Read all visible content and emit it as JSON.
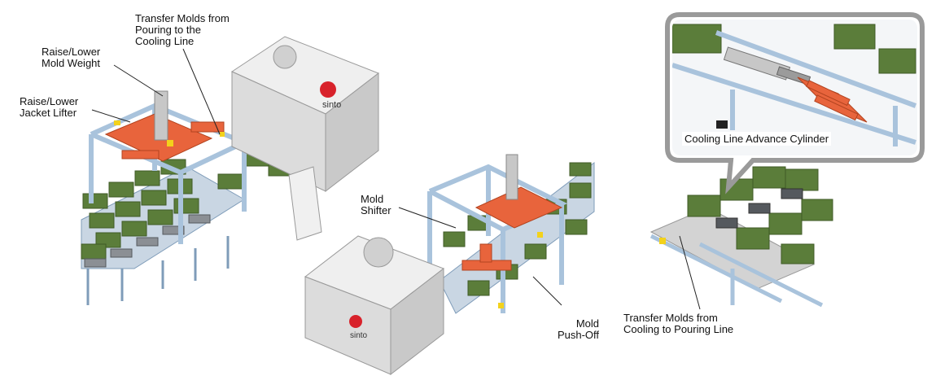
{
  "labels": {
    "transfer_pouring_to_cooling": "Transfer Molds from\nPouring to the\nCooling Line",
    "raise_lower_mold_weight": "Raise/Lower\nMold Weight",
    "raise_lower_jacket_lifter": "Raise/Lower\nJacket Lifter",
    "mold_shifter": "Mold\nShifter",
    "mold_push_off": "Mold\nPush-Off",
    "cooling_line_advance_cylinder": "Cooling Line Advance Cylinder",
    "transfer_cooling_to_pouring": "Transfer Molds from\nCooling to Pouring Line"
  },
  "logos": {
    "brand": "sinto"
  },
  "colors": {
    "frame": "#a9c3dc",
    "frame_dark": "#7f9cb9",
    "mold_green": "#5b7d3a",
    "mold_green_dark": "#3f5a26",
    "actuator_orange": "#e8643c",
    "machine_gray": "#e6e6e6",
    "brand_red": "#d8222b",
    "warning_yellow": "#f3d21b"
  }
}
